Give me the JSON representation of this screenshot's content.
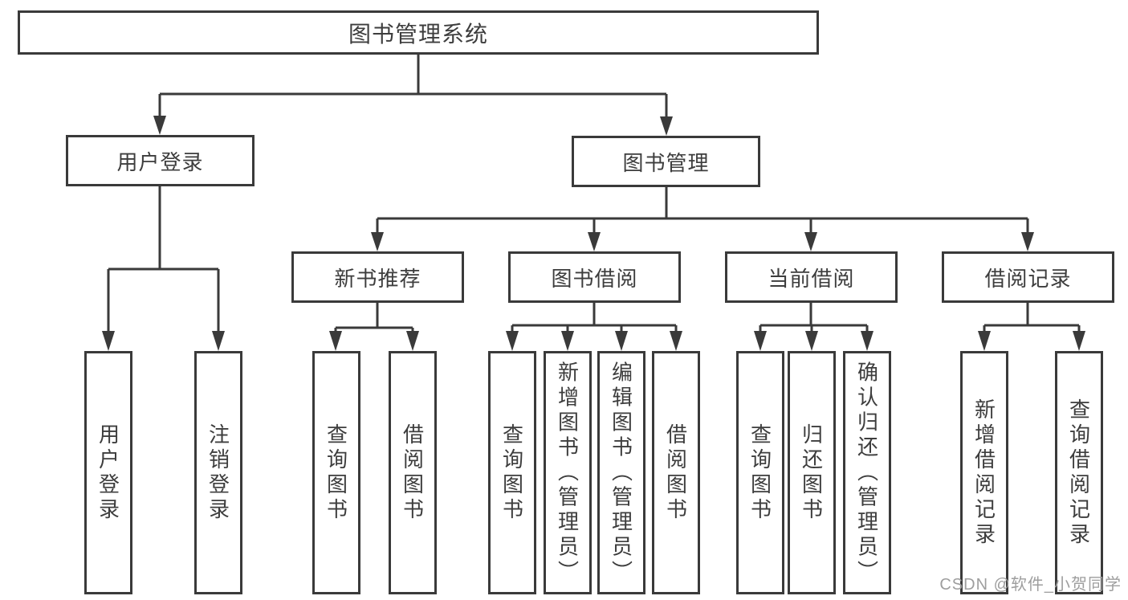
{
  "tree": {
    "root": {
      "label": "图书管理系统"
    },
    "branches": [
      {
        "label": "用户登录",
        "children": [
          {
            "label": "用户登录"
          },
          {
            "label": "注销登录"
          }
        ]
      },
      {
        "label": "图书管理",
        "children": [
          {
            "label": "新书推荐",
            "children": [
              {
                "label": "查询图书"
              },
              {
                "label": "借阅图书"
              }
            ]
          },
          {
            "label": "图书借阅",
            "children": [
              {
                "label": "查询图书"
              },
              {
                "label": "新增图书（管理员）"
              },
              {
                "label": "编辑图书（管理员）"
              },
              {
                "label": "借阅图书"
              }
            ]
          },
          {
            "label": "当前借阅",
            "children": [
              {
                "label": "查询图书"
              },
              {
                "label": "归还图书"
              },
              {
                "label": "确认归还（管理员）"
              }
            ]
          },
          {
            "label": "借阅记录",
            "children": [
              {
                "label": "新增借阅记录"
              },
              {
                "label": "查询借阅记录"
              }
            ]
          }
        ]
      }
    ]
  },
  "watermark": {
    "text": "CSDN @软件_小贺同学"
  },
  "colors": {
    "line": "#3a3a3a",
    "box_border": "#3a3a3a",
    "text": "#3d3d3d",
    "watermark": "#9e9e9e",
    "background": "#ffffff"
  }
}
